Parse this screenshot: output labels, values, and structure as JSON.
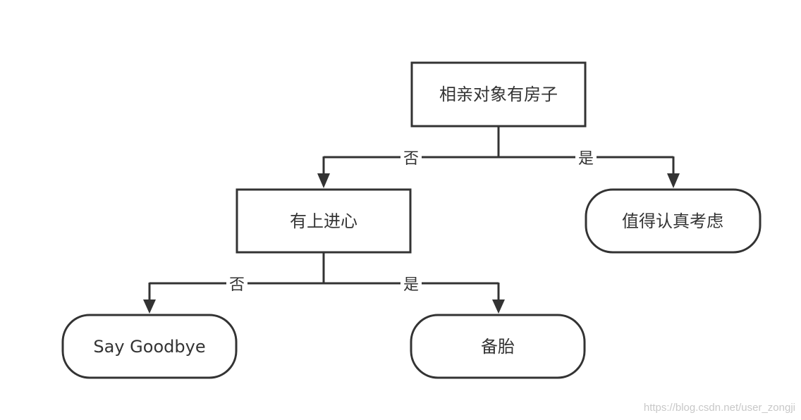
{
  "nodes": {
    "root": "相亲对象有房子",
    "mid": "有上进心",
    "yes_right": "值得认真考虑",
    "say_goodbye": "Say Goodbye",
    "backup": "备胎"
  },
  "edges": {
    "root_no": "否",
    "root_yes": "是",
    "mid_no": "否",
    "mid_yes": "是"
  },
  "watermark": "https://blog.csdn.net/user_zongji",
  "colors": {
    "stroke": "#333333",
    "node_fill": "#ffffff",
    "text": "#333333",
    "watermark": "#c8c8c8"
  }
}
